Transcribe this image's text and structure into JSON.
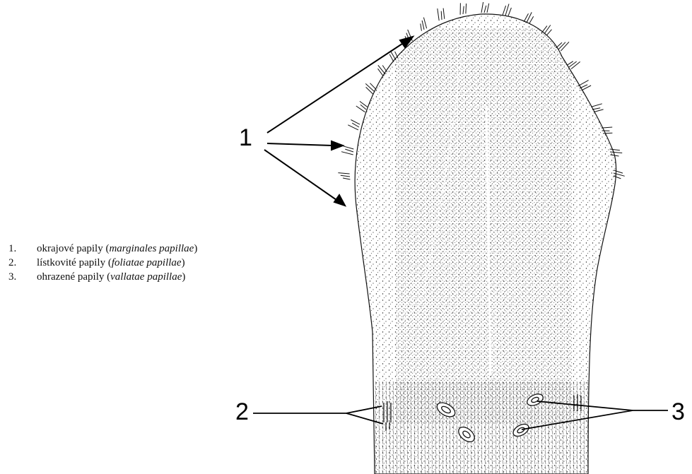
{
  "callouts": {
    "c1": "1",
    "c2": "2",
    "c3": "3"
  },
  "legend": [
    {
      "num": "1.",
      "text": "okrajové papily (",
      "italic": "marginales papillae",
      "close": ")"
    },
    {
      "num": "2.",
      "text": "lístkovité papily (",
      "italic": "foliatae papillae",
      "close": ")"
    },
    {
      "num": "3.",
      "text": "ohrazené papily (",
      "italic": "vallatae papillae",
      "close": ")"
    }
  ],
  "colors": {
    "ink": "#111111",
    "background": "#ffffff"
  }
}
